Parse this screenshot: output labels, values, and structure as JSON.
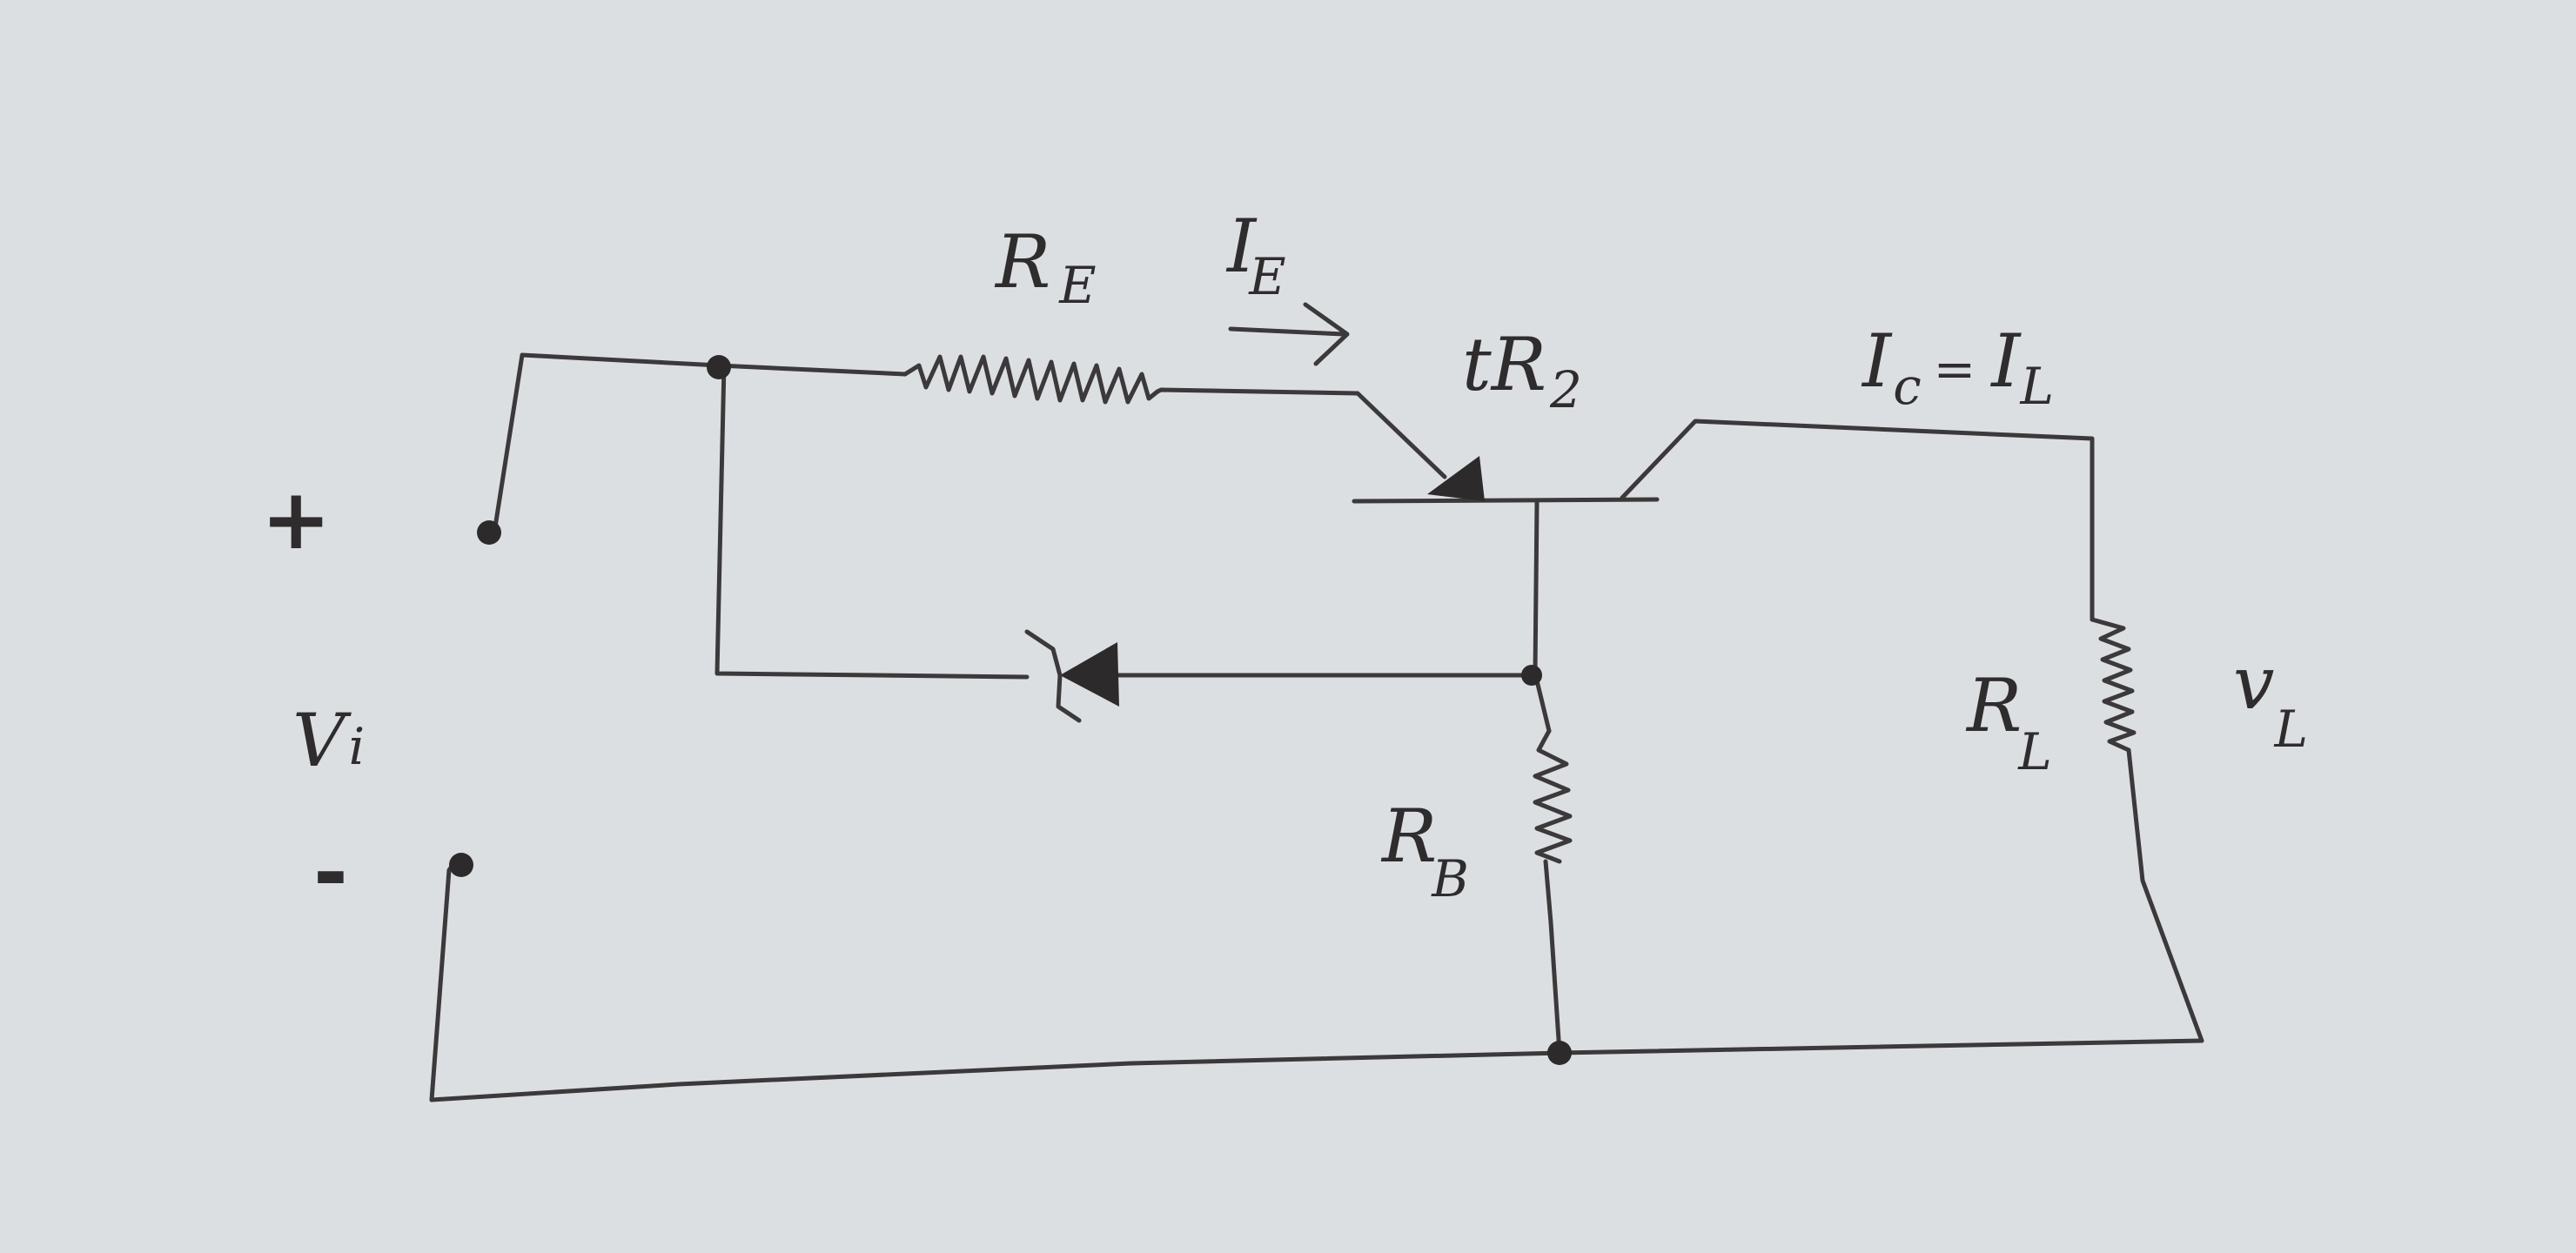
{
  "labels": {
    "re_main": "R",
    "re_sub": "E",
    "ie_main": "I",
    "ie_sub": "E",
    "r2": "tR",
    "r2_sub": "2",
    "ic_main": "I",
    "ic_sub": "c",
    "ic_eq": "=",
    "il_main": "I",
    "il_sub": "L",
    "plus": "+",
    "minus": "-",
    "vi_main": "V",
    "vi_sub": "i",
    "rb_main": "R",
    "rb_sub": "B",
    "rl_main": "R",
    "rl_sub": "L",
    "vl_main": "v",
    "vl_sub": "L"
  },
  "colors": {
    "paper": "#dcdfe1",
    "ink": "#3c393b"
  }
}
